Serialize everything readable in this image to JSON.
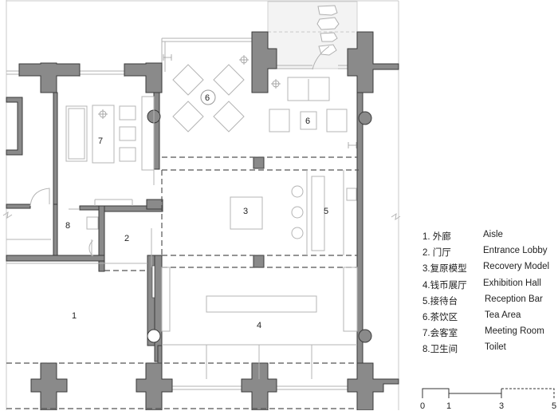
{
  "plan": {
    "room_labels": {
      "r1": "1",
      "r2": "2",
      "r3": "3",
      "r4": "4",
      "r5": "5",
      "r6a": "6",
      "r6b": "6",
      "r7": "7",
      "r8": "8"
    },
    "colors": {
      "wall_fill": "#8a8a8a",
      "wall_stroke": "#3a3a3a",
      "furniture_stroke": "#b4b4b4",
      "dashed_line": "#555555",
      "paving_fill": "#f4f4f4"
    }
  },
  "legend": {
    "items": [
      {
        "cn": "1. 外廊",
        "en": "Aisle"
      },
      {
        "cn": "2. 门厅",
        "en": "Entrance Lobby"
      },
      {
        "cn": "3.复原模型",
        "en": "Recovery Model"
      },
      {
        "cn": "4.钱币展厅",
        "en": "Exhibition Hall"
      },
      {
        "cn": "5.接待台",
        "en": "Reception Bar"
      },
      {
        "cn": "6.茶饮区",
        "en": "Tea Area"
      },
      {
        "cn": "7.会客室",
        "en": "Meeting Room"
      },
      {
        "cn": "8.卫生间",
        "en": "Toilet"
      }
    ]
  },
  "scale_bar": {
    "ticks": [
      "0",
      "1",
      "3",
      "5"
    ]
  }
}
